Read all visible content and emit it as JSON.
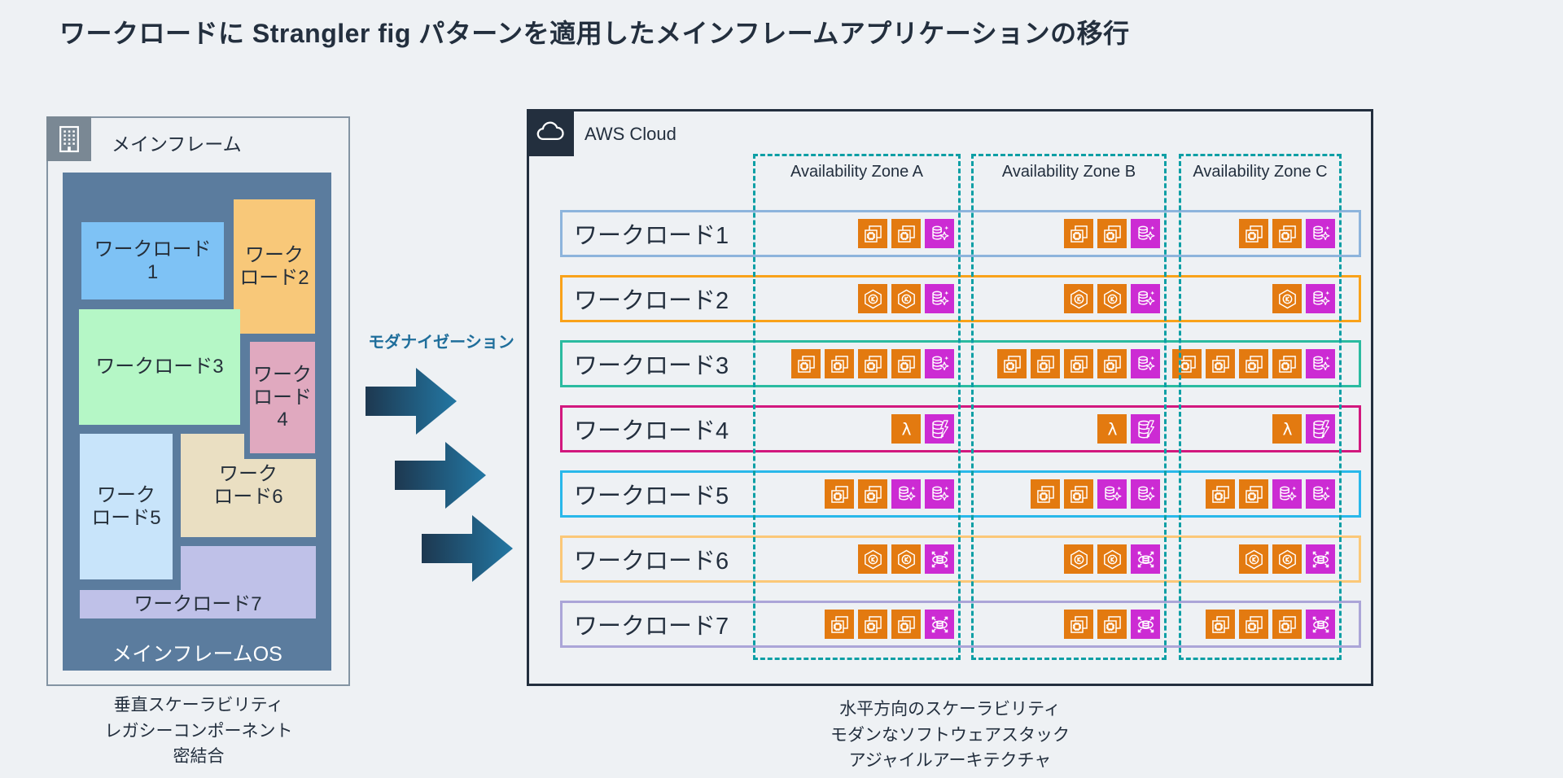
{
  "title": "ワークロードに Strangler fig パターンを適用したメインフレームアプリケーションの移行",
  "colors": {
    "background": "#EEF1F4",
    "title_text": "#232F3E",
    "mainframe_border": "#8494A3",
    "mainframe_header_bg": "#7A8894",
    "mainframe_os": "#5B7C9E",
    "arrow_dark": "#1D3850",
    "arrow_light": "#2377A3",
    "modernization_text": "#1F6E9B",
    "aws_border": "#232F3E",
    "az_dashed": "#0D9FA5",
    "icon_orange": "#E37A10",
    "icon_magenta": "#CC2BD3"
  },
  "mainframe": {
    "label": "メインフレーム",
    "os_label": "メインフレームOS",
    "caption": "垂直スケーラビリティ\nレガシーコンポーネント\n密結合",
    "workloads": [
      {
        "label": "ワークロード\n1",
        "color": "#7EC2F5"
      },
      {
        "label": "ワーク\nロード2",
        "color": "#F8C879"
      },
      {
        "label": "ワークロード3",
        "color": "#B5F7C6"
      },
      {
        "label": "ワーク\nロード\n4",
        "color": "#E0A9BF"
      },
      {
        "label": "ワーク\nロード5",
        "color": "#C8E4FA"
      },
      {
        "label": "ワーク\nロード6",
        "color": "#EADFC2"
      },
      {
        "label": "ワークロード7",
        "color": "#BFC1E8"
      }
    ]
  },
  "modernization": {
    "label": "モダナイゼーション"
  },
  "aws": {
    "label": "AWS Cloud",
    "caption": "水平方向のスケーラビリティ\nモダンなソフトウェアスタック\nアジャイルアーキテクチャ",
    "zones": [
      {
        "label": "Availability Zone A"
      },
      {
        "label": "Availability Zone B"
      },
      {
        "label": "Availability Zone C"
      }
    ],
    "rows": [
      {
        "label": "ワークロード1",
        "border": "#8DB4DC",
        "zones": [
          [
            "ec2",
            "ec2",
            "database-sparkle"
          ],
          [
            "ec2",
            "ec2",
            "database-sparkle"
          ],
          [
            "ec2",
            "ec2",
            "database-sparkle"
          ]
        ]
      },
      {
        "label": "ワークロード2",
        "border": "#F9A21A",
        "zones": [
          [
            "eks",
            "eks",
            "database-sparkle"
          ],
          [
            "eks",
            "eks",
            "database-sparkle"
          ],
          [
            "eks",
            "database-sparkle"
          ]
        ]
      },
      {
        "label": "ワークロード3",
        "border": "#2BBBA0",
        "zones": [
          [
            "ec2",
            "ec2",
            "ec2",
            "ec2",
            "database-sparkle"
          ],
          [
            "ec2",
            "ec2",
            "ec2",
            "ec2",
            "database-sparkle"
          ],
          [
            "ec2",
            "ec2",
            "ec2",
            "ec2",
            "database-sparkle"
          ]
        ]
      },
      {
        "label": "ワークロード4",
        "border": "#D2187E",
        "zones": [
          [
            "lambda",
            "dynamodb"
          ],
          [
            "lambda",
            "dynamodb"
          ],
          [
            "lambda",
            "dynamodb"
          ]
        ]
      },
      {
        "label": "ワークロード5",
        "border": "#29B8EA",
        "zones": [
          [
            "ec2",
            "ec2",
            "database-sparkle",
            "database-sparkle"
          ],
          [
            "ec2",
            "ec2",
            "database-sparkle",
            "database-sparkle"
          ],
          [
            "ec2",
            "ec2",
            "database-sparkle",
            "database-sparkle"
          ]
        ]
      },
      {
        "label": "ワークロード6",
        "border": "#FBC878",
        "zones": [
          [
            "eks",
            "eks",
            "database-scaling"
          ],
          [
            "eks",
            "eks",
            "database-scaling"
          ],
          [
            "eks",
            "eks",
            "database-scaling"
          ]
        ]
      },
      {
        "label": "ワークロード7",
        "border": "#ABA5D8",
        "zones": [
          [
            "ec2",
            "ec2",
            "ec2",
            "database-scaling"
          ],
          [
            "ec2",
            "ec2",
            "database-scaling"
          ],
          [
            "ec2",
            "ec2",
            "ec2",
            "database-scaling"
          ]
        ]
      }
    ]
  },
  "icon_colors": {
    "ec2": "#E37A10",
    "eks": "#E37A10",
    "lambda": "#E37A10",
    "database-sparkle": "#CC2BD3",
    "dynamodb": "#CC2BD3",
    "database-scaling": "#CC2BD3"
  }
}
